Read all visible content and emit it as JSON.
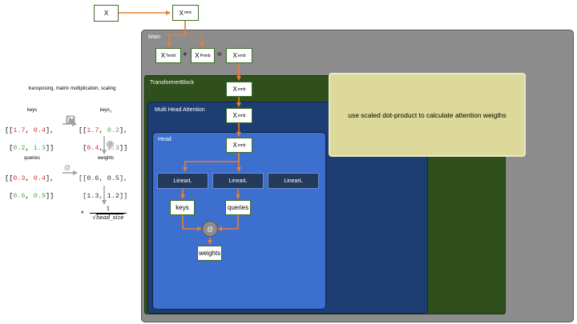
{
  "top": {
    "x_label": "X",
    "xemc_main": "X",
    "xemc_sub": "emc"
  },
  "main": {
    "label": "Main",
    "xtemb_main": "X",
    "xtemb_sub": "Temb",
    "plus": "+",
    "xpemb_main": "X",
    "xpemb_sub": "Pemb",
    "equals": "=",
    "xemb_main": "X",
    "xemb_sub": "emb"
  },
  "transformer": {
    "label": "TransformerBlock",
    "xemb_main": "X",
    "xemb_sub": "emb"
  },
  "mha": {
    "label": "Multi Head Attention",
    "xemb_main": "X",
    "xemb_sub": "emb"
  },
  "head": {
    "label": "Head",
    "xemb_main": "X",
    "xemb_sub": "emb",
    "linear1": "LinearL",
    "linear2": "LinearL",
    "linear3": "LinearL",
    "keys": "keys",
    "queries": "queries",
    "at": "@",
    "weights": "weights"
  },
  "note": {
    "text": "use scaled dot-product to calculate attention weigths"
  },
  "left": {
    "title": "transposing, matrix multiplication, scaling",
    "keys_label": "keys",
    "keys_t_main": "keys",
    "keys_t_sub": "T",
    "keys_row1_open": "[[",
    "keys_row1_a": "1.7",
    "keys_row1_sep": ", ",
    "keys_row1_b": "0.4",
    "keys_row1_close": "],",
    "keys_row2_open": " [",
    "keys_row2_a": "0.2",
    "keys_row2_sep": ", ",
    "keys_row2_b": "1.3",
    "keys_row2_close": "]]",
    "keyst_row1_open": "[[",
    "keyst_row1_a": "1.7",
    "keyst_row1_sep": ", ",
    "keyst_row1_b": "0.2",
    "keyst_row1_close": "],",
    "keyst_row2_open": " [",
    "keyst_row2_a": "0.4",
    "keyst_row2_sep": ", ",
    "keyst_row2_b": "1.3",
    "keyst_row2_close": "]]",
    "queries_label": "queries",
    "q_row1_open": "[[",
    "q_row1_a": "0.3",
    "q_row1_sep": ", ",
    "q_row1_b": "0.4",
    "q_row1_close": "],",
    "q_row2_open": " [",
    "q_row2_a": "0.6",
    "q_row2_sep": ", ",
    "q_row2_b": "0.9",
    "q_row2_close": "]]",
    "at_small": "@",
    "at_mult": "@",
    "weights_label": "weights",
    "w_row1": "[[0.6, 0.5],",
    "w_row2": " [1.3, 1.2]]",
    "times": "*",
    "frac_num": "1",
    "frac_den": "head_size"
  },
  "colors": {
    "main_bg": "#8c8c8c",
    "transformer_bg": "#2f4f1c",
    "mha_bg": "#1e3e73",
    "head_bg": "#3d6fcf",
    "arrow": "#ed7d31",
    "note_bg": "#dcd99a"
  }
}
